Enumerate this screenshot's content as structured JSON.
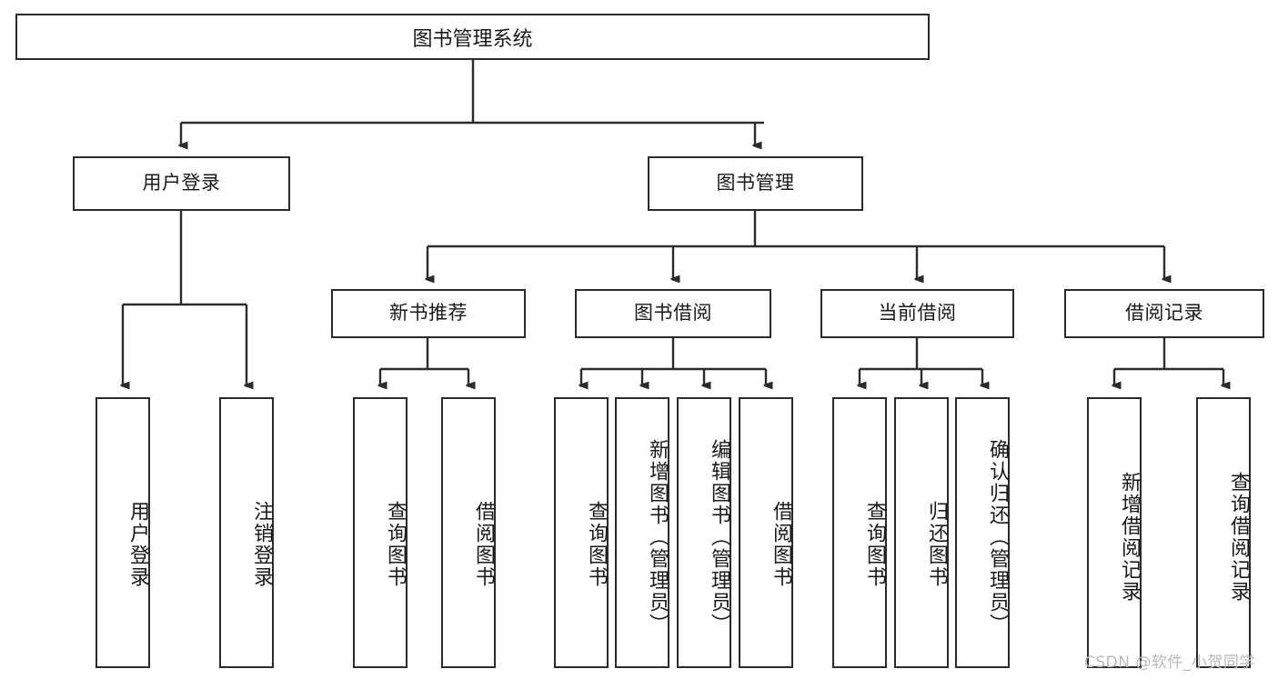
{
  "diagram": {
    "title": "图书管理系统",
    "type": "tree",
    "watermark": "CSDN @软件_小贺同学",
    "colors": {
      "node_border": "#2b2b2b",
      "node_fill": "#ffffff",
      "connector": "#2b2b2b",
      "text": "#1a1a1a",
      "watermark": "#b9b9b9",
      "background": "#ffffff"
    },
    "levels": {
      "root": {
        "label": "图书管理系统"
      },
      "level2": [
        {
          "label": "用户登录"
        },
        {
          "label": "图书管理"
        }
      ],
      "level3": [
        {
          "label": "新书推荐"
        },
        {
          "label": "图书借阅"
        },
        {
          "label": "当前借阅"
        },
        {
          "label": "借阅记录"
        }
      ],
      "leaves": {
        "user_login": [
          {
            "label": "用户登录"
          },
          {
            "label": "注销登录"
          }
        ],
        "new_book_recommend": [
          {
            "label": "查询图书"
          },
          {
            "label": "借阅图书"
          }
        ],
        "book_borrow": [
          {
            "label": "查询图书"
          },
          {
            "label": "新增图书（管理员）"
          },
          {
            "label": "编辑图书（管理员）"
          },
          {
            "label": "借阅图书"
          }
        ],
        "current_borrow": [
          {
            "label": "查询图书"
          },
          {
            "label": "归还图书"
          },
          {
            "label": "确认归还（管理员）"
          }
        ],
        "borrow_record": [
          {
            "label": "新增借阅记录"
          },
          {
            "label": "查询借阅记录"
          }
        ]
      }
    }
  }
}
